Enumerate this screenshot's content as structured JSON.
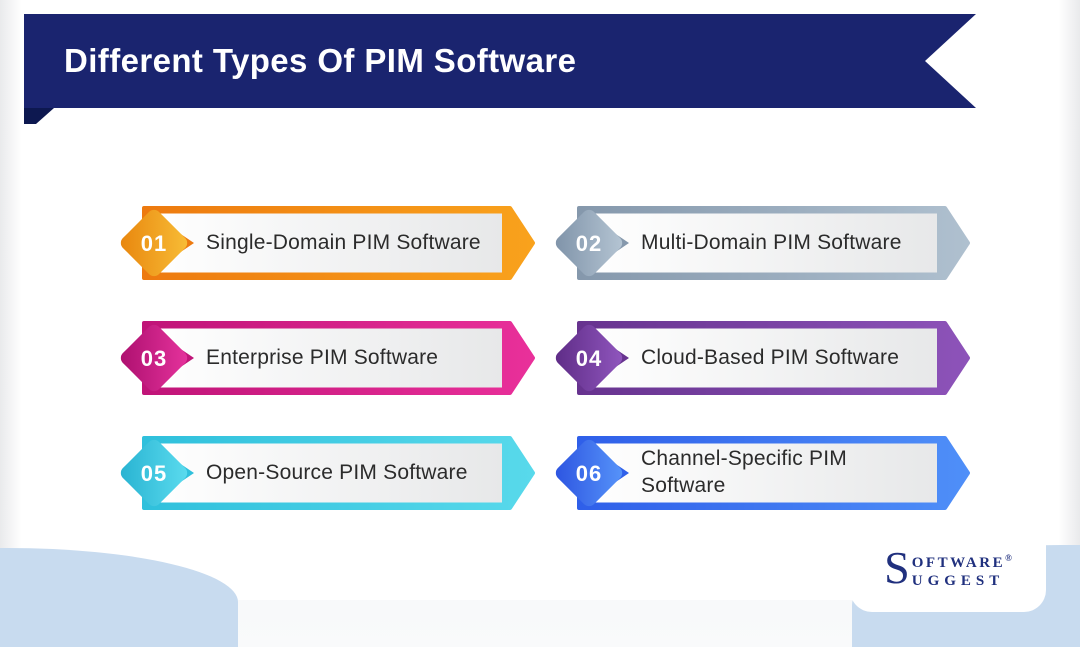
{
  "header": {
    "title": "Different Types Of PIM Software",
    "banner_color": "#1A246F",
    "fold_color": "#0D1850"
  },
  "items": [
    {
      "number": "01",
      "label": "Single-Domain PIM Software",
      "colors": {
        "main_dark": "#ED7A0F",
        "main_light": "#F9A21C",
        "diamond_dark": "#E8850D",
        "diamond_light": "#F8BE37"
      }
    },
    {
      "number": "02",
      "label": "Multi-Domain PIM Software",
      "colors": {
        "main_dark": "#8598AC",
        "main_light": "#AFC0CF",
        "diamond_dark": "#7E92A8",
        "diamond_light": "#B6C6D4"
      }
    },
    {
      "number": "03",
      "label": "Enterprise PIM Software",
      "colors": {
        "main_dark": "#C01478",
        "main_light": "#E9309A",
        "diamond_dark": "#AC0F6E",
        "diamond_light": "#E6339D"
      }
    },
    {
      "number": "04",
      "label": "Cloud-Based PIM Software",
      "colors": {
        "main_dark": "#67338F",
        "main_light": "#8D53B9",
        "diamond_dark": "#5D2B85",
        "diamond_light": "#9157BF"
      }
    },
    {
      "number": "05",
      "label": "Open-Source PIM Software",
      "colors": {
        "main_dark": "#2FC0DC",
        "main_light": "#58D9EB",
        "diamond_dark": "#27B2D1",
        "diamond_light": "#5CDCEF"
      }
    },
    {
      "number": "06",
      "label": "Channel-Specific PIM\nSoftware",
      "colors": {
        "main_dark": "#2F5FE9",
        "main_light": "#4F8FF8",
        "diamond_dark": "#2C53E0",
        "diamond_light": "#5795FA"
      }
    }
  ],
  "logo": {
    "initial": "S",
    "line1": "OFTWARE",
    "registered": "®",
    "line2": "UGGEST",
    "color": "#20307E"
  },
  "colors": {
    "corner_blue": "#C8DBEF",
    "inner_fill_from": "#FFFFFF",
    "inner_fill_to": "#E7E8E9",
    "text_dark": "#2B2B2B"
  }
}
